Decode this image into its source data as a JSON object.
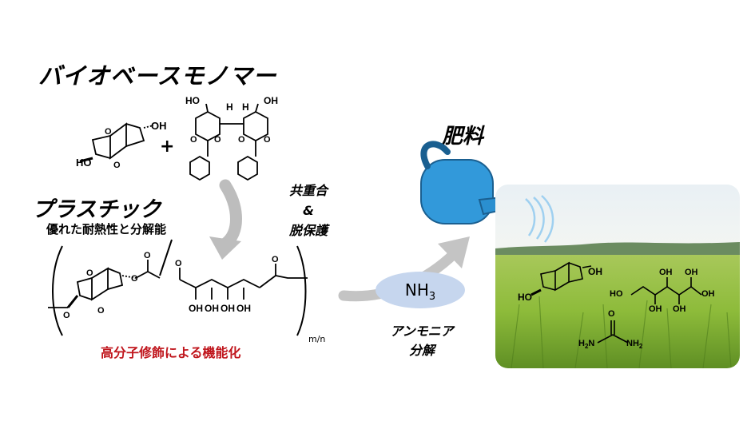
{
  "title_monomer": "バイオベースモノマー",
  "title_plastic": "プラスチック",
  "subtitle_plastic": "優れた耐熱性と分解能",
  "label_fertilizer": "肥料",
  "copolymerization": [
    "共重合",
    "&",
    "脱保護"
  ],
  "ammonia_decomposition": [
    "アンモニア",
    "分解"
  ],
  "nh3": {
    "main": "NH",
    "sub": "3"
  },
  "polymer_modification": "高分子修飾による機能化",
  "repeat_index": "m/n",
  "plus_sign": "+",
  "chem_labels": {
    "oh": "OH",
    "ho": "HO",
    "h": "H",
    "o": "O",
    "nh2": "NH",
    "nh2_sub": "2",
    "h2": "H",
    "h2_sub": "2",
    "n": "N"
  },
  "colors": {
    "accent_red": "#c0161d",
    "can_blue": "#2a8fd0",
    "nh3_fill": "#c6d6ee",
    "arrow_gray": "#b8b8b8"
  }
}
